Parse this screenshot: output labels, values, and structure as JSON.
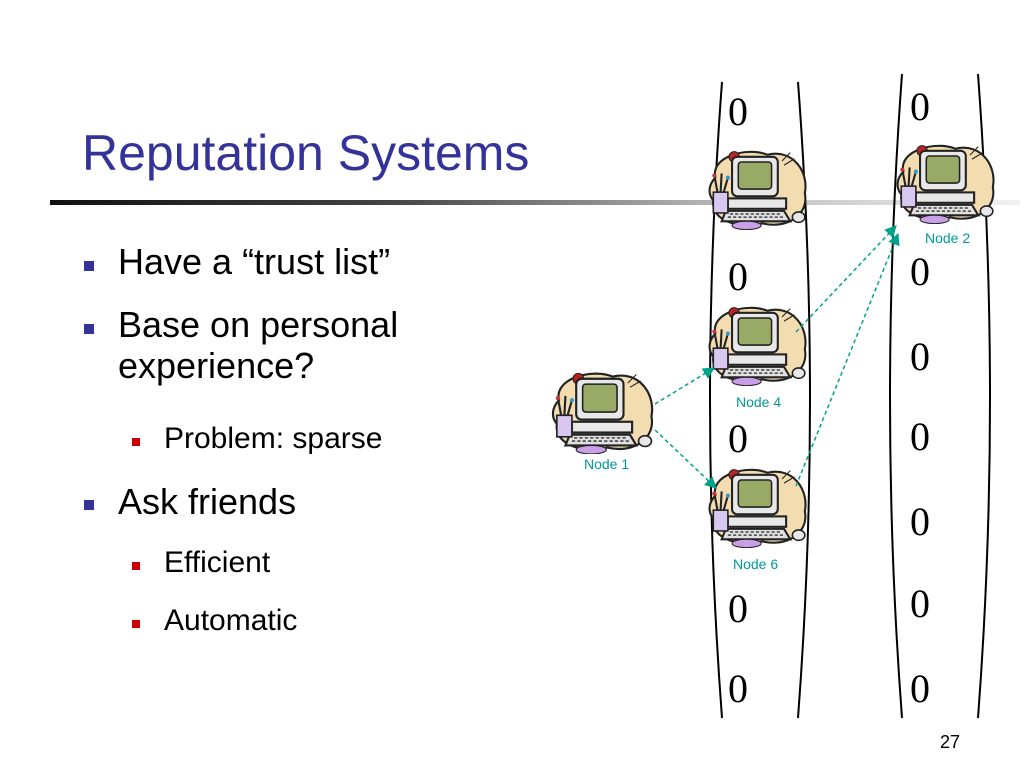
{
  "slide": {
    "title": "Reputation Systems",
    "page_number": "27"
  },
  "bullets": [
    {
      "level": 1,
      "text": "Have a “trust list”"
    },
    {
      "level": 1,
      "text": "Base on personal experience?"
    },
    {
      "level": 2,
      "text": "Problem: sparse"
    },
    {
      "level": 1,
      "text": "Ask friends"
    },
    {
      "level": 2,
      "text": "Efficient"
    },
    {
      "level": 2,
      "text": "Automatic"
    }
  ],
  "diagram": {
    "vector_left": [
      "0",
      "",
      "0",
      "0",
      "0",
      "0"
    ],
    "vector_right": [
      "0",
      "",
      "0",
      "0",
      "0",
      "0",
      "0",
      "0"
    ],
    "nodes": [
      {
        "label": "Node 1"
      },
      {
        "label": "Node 4"
      },
      {
        "label": "Node 6"
      },
      {
        "label": "Node 2"
      }
    ],
    "arrow_color": "#00a38a"
  }
}
